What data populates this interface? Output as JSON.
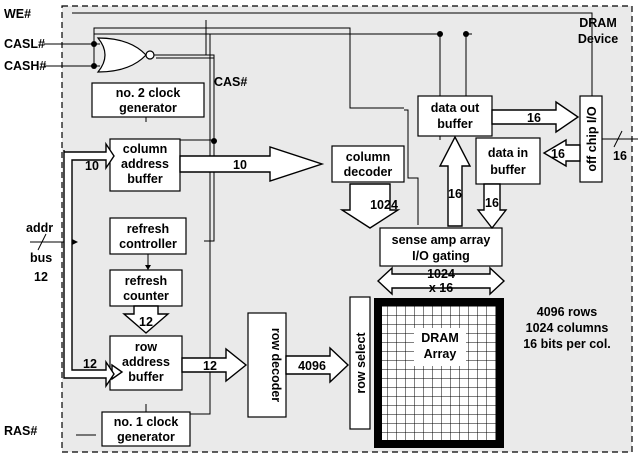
{
  "device": {
    "title_line1": "DRAM",
    "title_line2": "Device"
  },
  "pins": {
    "we": "WE#",
    "casl": "CASL#",
    "cash": "CASH#",
    "ras": "RAS#",
    "addr_line1": "addr",
    "addr_line2": "bus",
    "addr_width": "12"
  },
  "signals": {
    "cas": "CAS#"
  },
  "blocks": {
    "clock2": [
      "no. 2 clock",
      "generator"
    ],
    "col_addr_buf": [
      "column",
      "address",
      "buffer"
    ],
    "refresh_ctrl": [
      "refresh",
      "controller"
    ],
    "refresh_cnt": [
      "refresh",
      "counter"
    ],
    "row_addr_buf": [
      "row",
      "address",
      "buffer"
    ],
    "clock1": [
      "no. 1 clock",
      "generator"
    ],
    "row_decoder": "row decoder",
    "col_decoder": [
      "column",
      "decoder"
    ],
    "row_select": "row select",
    "sense_amp": [
      "sense amp array",
      "I/O gating"
    ],
    "data_out": [
      "data out",
      "buffer"
    ],
    "data_in": [
      "data in",
      "buffer"
    ],
    "off_chip": "off chip I/O",
    "array": [
      "DRAM",
      "Array"
    ]
  },
  "buses": {
    "addr_to_col": "10",
    "addr_to_row": "12",
    "col_buf_to_dec": "10",
    "counter_to_row": "12",
    "row_buf_to_dec": "12",
    "dec_to_select": "4096",
    "col_dec_to_sense": "1024",
    "sense_to_array_1": "1024",
    "sense_to_array_2": "x 16",
    "sense_to_out": "16",
    "in_to_sense": "16",
    "out_to_io": "16",
    "io_to_in": "16",
    "ext_io": "16"
  },
  "array_info": [
    "4096 rows",
    "1024 columns",
    "16 bits per col."
  ]
}
